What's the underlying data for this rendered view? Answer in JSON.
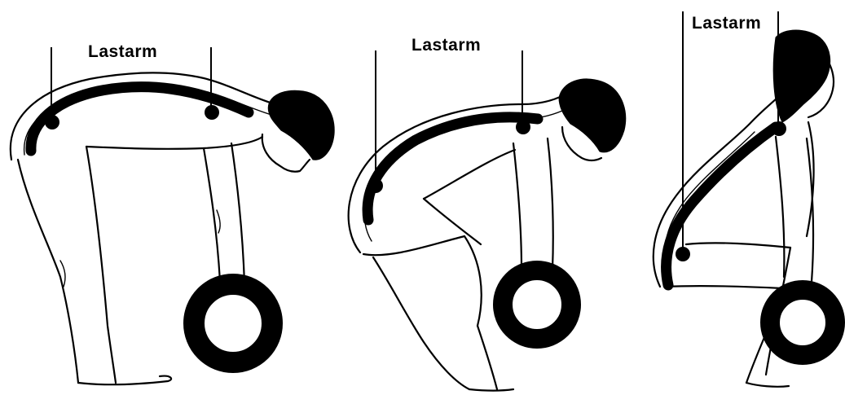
{
  "figures": [
    {
      "label": "Lastarm"
    },
    {
      "label": "Lastarm"
    },
    {
      "label": "Lastarm"
    }
  ],
  "colors": {
    "ink": "#000000",
    "paper": "#ffffff"
  }
}
